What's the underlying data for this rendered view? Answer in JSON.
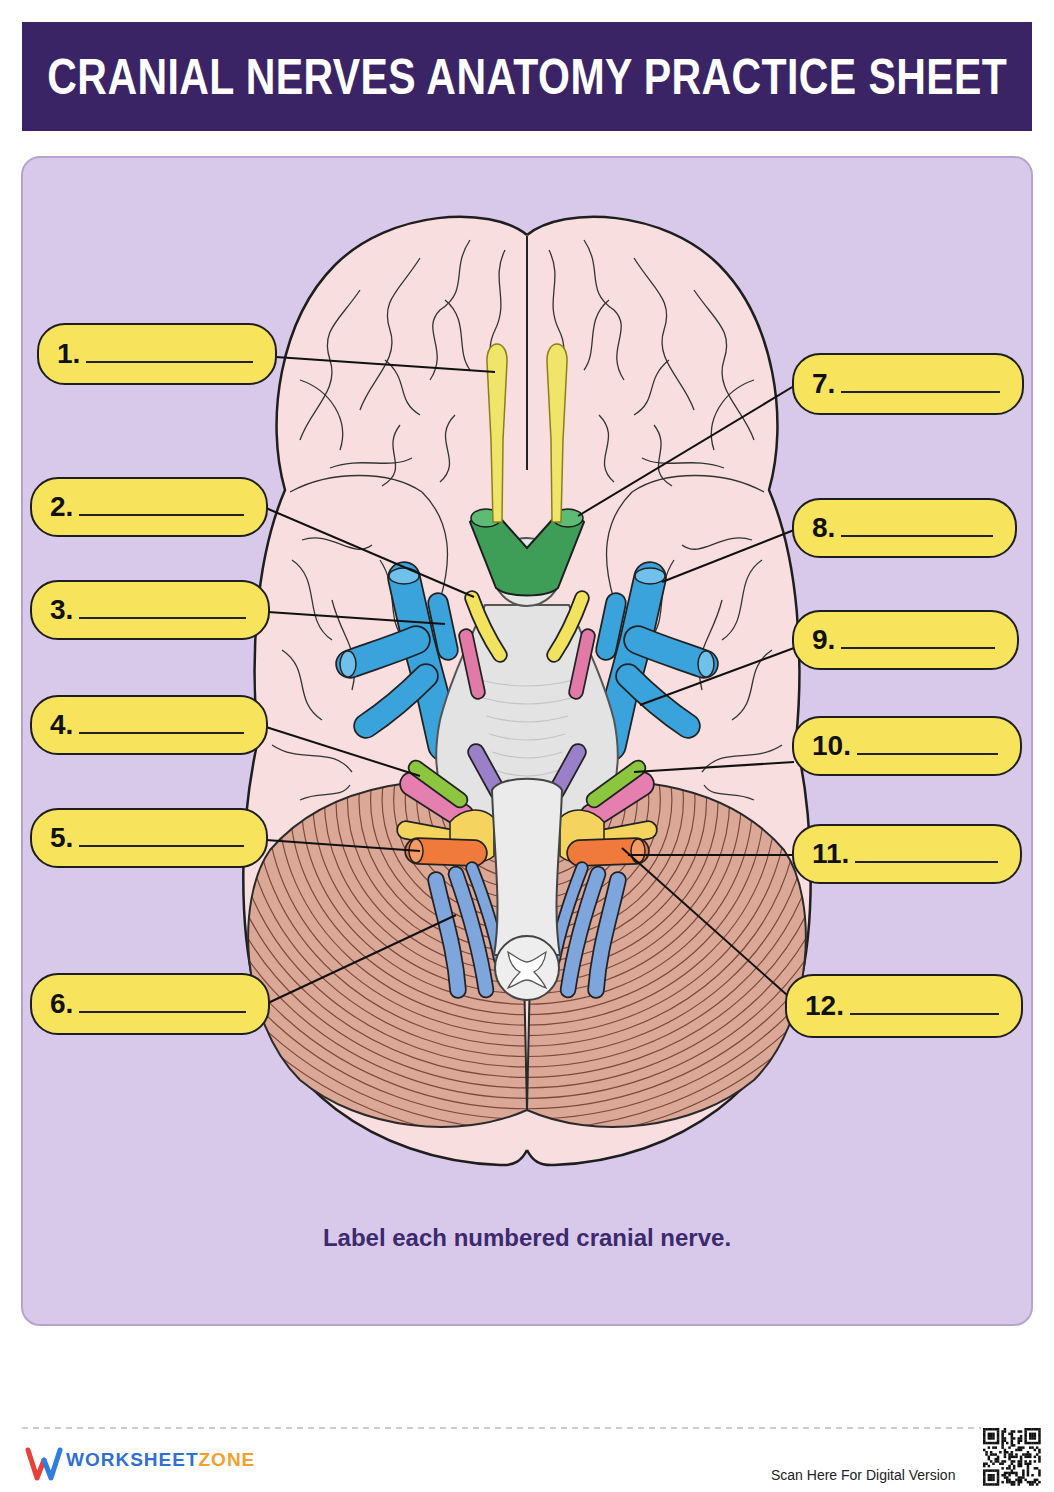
{
  "diagram": {
    "title": "CRANIAL NERVES ANATOMY PRACTICE SHEET",
    "caption": "Label each numbered cranial nerve.",
    "nodes": [
      {
        "text": [
          "1."
        ]
      },
      {
        "text": [
          "2."
        ]
      },
      {
        "text": [
          "3."
        ]
      },
      {
        "text": [
          "4."
        ]
      },
      {
        "text": [
          "5."
        ]
      },
      {
        "text": [
          "6."
        ]
      },
      {
        "text": [
          "7."
        ]
      },
      {
        "text": [
          "8."
        ]
      },
      {
        "text": [
          "9."
        ]
      },
      {
        "text": [
          "10."
        ]
      },
      {
        "text": [
          "11."
        ]
      },
      {
        "text": [
          "12."
        ]
      }
    ],
    "labels": [
      "WORKSHEET",
      "ZONE",
      "Scan Here For Digital Version"
    ]
  }
}
